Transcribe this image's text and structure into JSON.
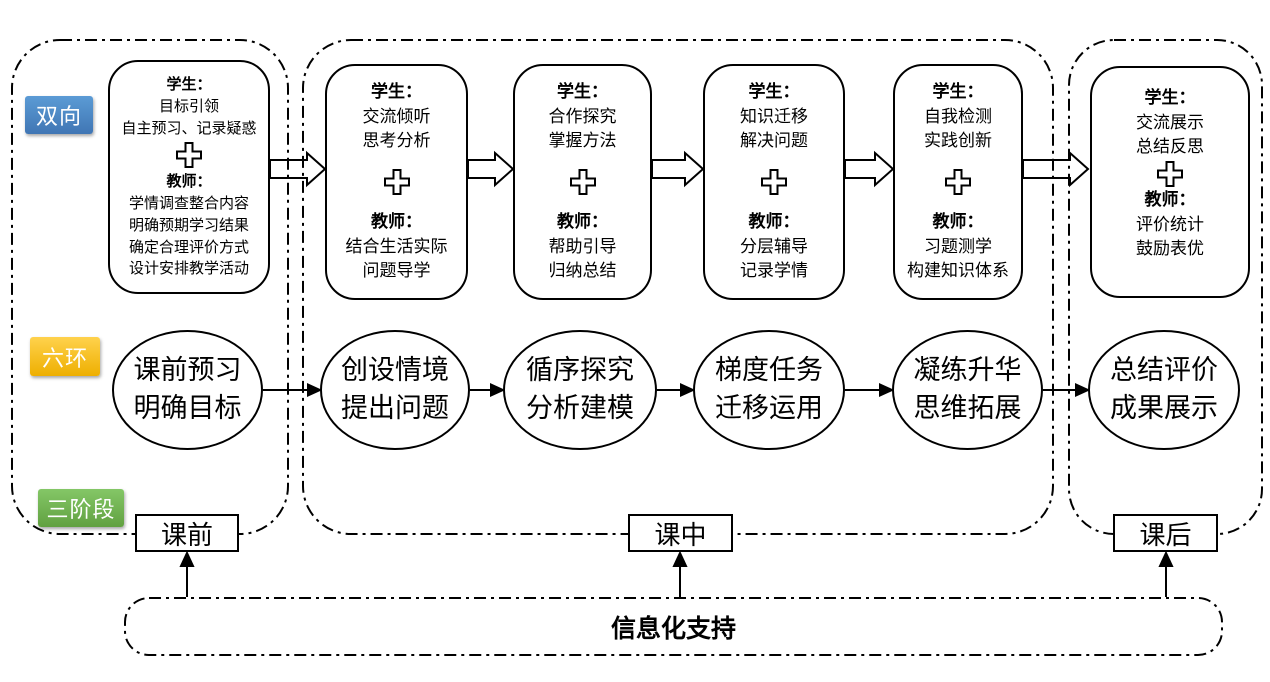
{
  "side_labels": {
    "two_way": {
      "text": "双向",
      "color": "#5b9bd5"
    },
    "six_links": {
      "text": "六环",
      "color": "#ffc000"
    },
    "three_stages": {
      "text": "三阶段",
      "color": "#70ad47"
    }
  },
  "activity_boxes": [
    {
      "student_header": "学生：",
      "student_lines": [
        "目标引领",
        "自主预习、记录疑惑"
      ],
      "teacher_header": "教师：",
      "teacher_lines": [
        "学情调查整合内容",
        "明确预期学习结果",
        "确定合理评价方式",
        "设计安排教学活动"
      ]
    },
    {
      "student_header": "学生：",
      "student_lines": [
        "交流倾听",
        "思考分析"
      ],
      "teacher_header": "教师：",
      "teacher_lines": [
        "结合生活实际",
        "问题导学"
      ]
    },
    {
      "student_header": "学生：",
      "student_lines": [
        "合作探究",
        "掌握方法"
      ],
      "teacher_header": "教师：",
      "teacher_lines": [
        "帮助引导",
        "归纳总结"
      ]
    },
    {
      "student_header": "学生：",
      "student_lines": [
        "知识迁移",
        "解决问题"
      ],
      "teacher_header": "教师：",
      "teacher_lines": [
        "分层辅导",
        "记录学情"
      ]
    },
    {
      "student_header": "学生：",
      "student_lines": [
        "自我检测",
        "实践创新"
      ],
      "teacher_header": "教师：",
      "teacher_lines": [
        "习题测学",
        "构建知识体系"
      ]
    },
    {
      "student_header": "学生：",
      "student_lines": [
        "交流展示",
        "总结反思"
      ],
      "teacher_header": "教师：",
      "teacher_lines": [
        "评价统计",
        "鼓励表优"
      ]
    }
  ],
  "steps": [
    {
      "line1": "课前预习",
      "line2": "明确目标"
    },
    {
      "line1": "创设情境",
      "line2": "提出问题"
    },
    {
      "line1": "循序探究",
      "line2": "分析建模"
    },
    {
      "line1": "梯度任务",
      "line2": "迁移运用"
    },
    {
      "line1": "凝练升华",
      "line2": "思维拓展"
    },
    {
      "line1": "总结评价",
      "line2": "成果展示"
    }
  ],
  "stage_boxes": [
    {
      "label": "课前"
    },
    {
      "label": "课中"
    },
    {
      "label": "课后"
    }
  ],
  "support": {
    "label": "信息化支持"
  },
  "icons": {
    "plus": "plus-icon"
  },
  "line_color": "#000000"
}
